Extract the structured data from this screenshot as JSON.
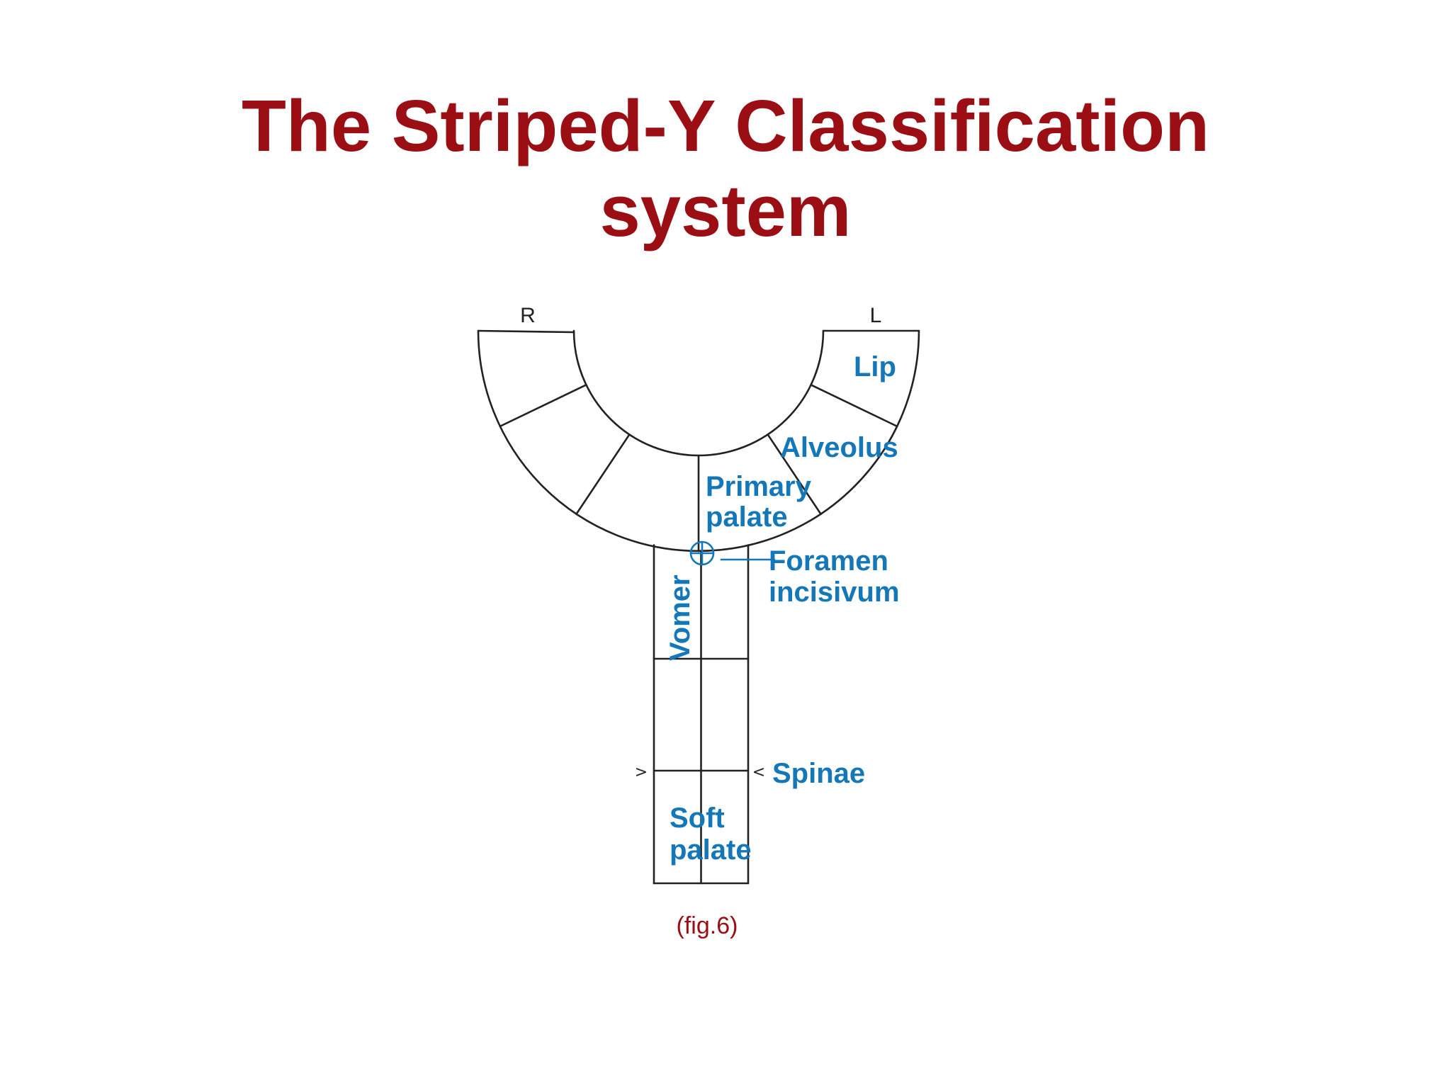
{
  "title": {
    "line1": "The Striped-Y Classification",
    "line2": "system"
  },
  "colors": {
    "title": "#9a0e14",
    "label": "#1477b8",
    "line": "#222222"
  },
  "diagram": {
    "side_right": "R",
    "side_left": "L",
    "labels": {
      "lip": "Lip",
      "alveolus": "Alveolus",
      "primary_palate_1": "Primary",
      "primary_palate_2": "palate",
      "foramen_1": "Foramen",
      "foramen_2": "incisivum",
      "vomer": "Vomer",
      "spinae": "Spinae",
      "soft_palate_1": "Soft",
      "soft_palate_2": "palate"
    },
    "marks": {
      "left": ">",
      "right": "<"
    }
  },
  "caption": "(fig.6)"
}
